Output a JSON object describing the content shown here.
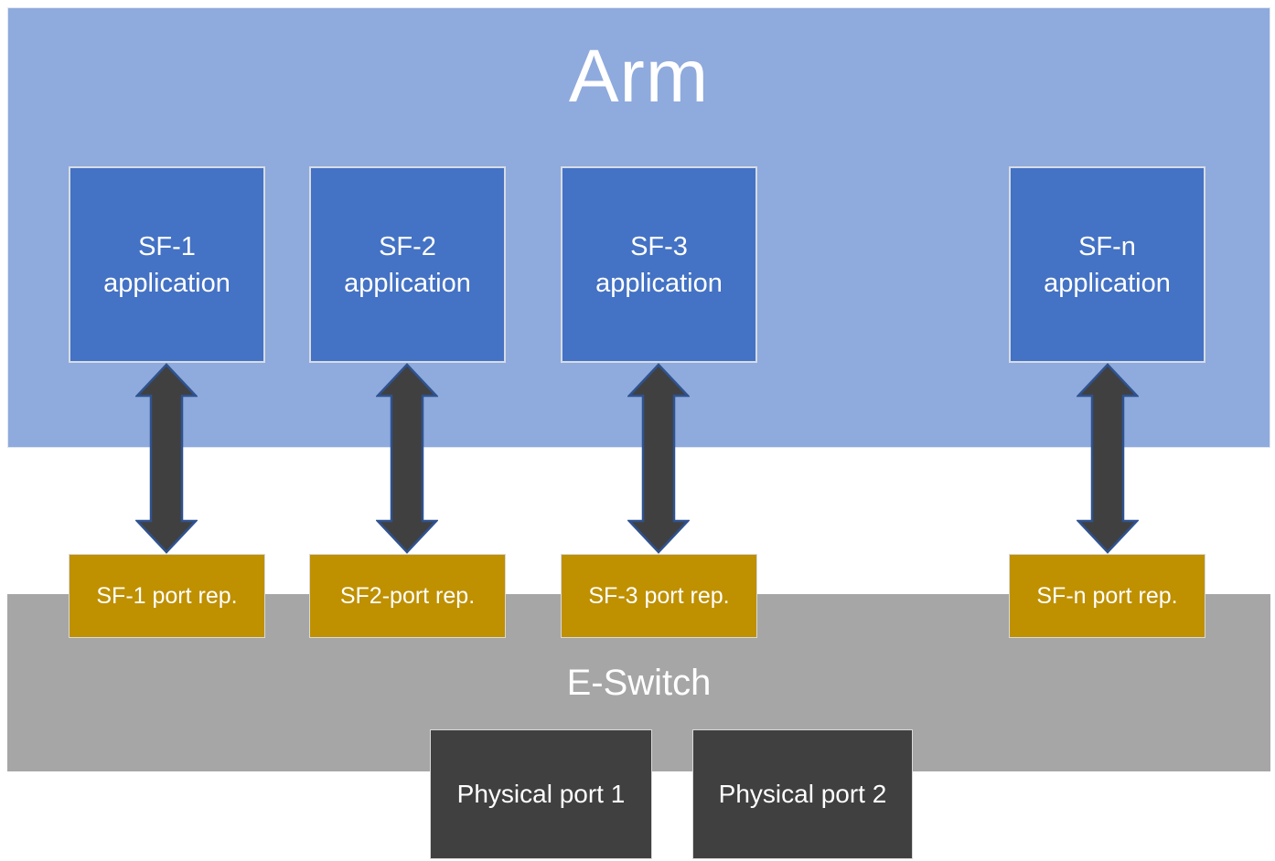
{
  "palette": {
    "arm_bg": "#8FAADC",
    "app_box_bg": "#4472C4",
    "port_rep_bg": "#BF9000",
    "eswitch_bg": "#A6A6A6",
    "physical_port_bg": "#404040",
    "arrow_fill": "#404040",
    "arrow_border": "#2F528F",
    "text_color": "#FFFFFF"
  },
  "diagram": {
    "arm": {
      "title": "Arm"
    },
    "applications": [
      {
        "name": "SF-1",
        "type": "application"
      },
      {
        "name": "SF-2",
        "type": "application"
      },
      {
        "name": "SF-3",
        "type": "application"
      },
      {
        "name": "SF-n",
        "type": "application"
      }
    ],
    "port_reps": [
      {
        "label": "SF-1 port rep."
      },
      {
        "label": "SF2-port rep."
      },
      {
        "label": "SF-3 port rep."
      },
      {
        "label": "SF-n port rep."
      }
    ],
    "eswitch": {
      "label": "E-Switch"
    },
    "physical_ports": [
      {
        "label": "Physical port 1"
      },
      {
        "label": "Physical port 2"
      }
    ]
  }
}
